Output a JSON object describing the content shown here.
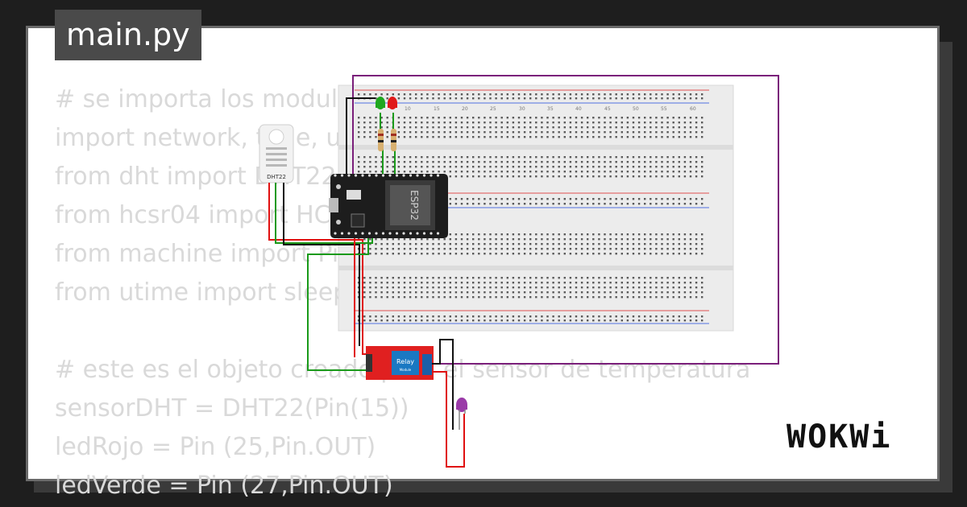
{
  "title": "main.py",
  "code_lines": [
    "# se importa los modulos",
    "import network, time, u",
    "from dht import DHT22",
    "from hcsr04 import HC",
    "from machine import Pin",
    "from utime import sleep",
    "",
    "# este es el objeto creado para el sensor de temperatura",
    "sensorDHT = DHT22(Pin(15))",
    "ledRojo = Pin (25,Pin.OUT)",
    "ledVerde = Pin (27,Pin.OUT)"
  ],
  "components": {
    "dht22_label": "DHT22",
    "esp32_label": "ESP32",
    "relay_label": "Relay",
    "relay_sub": "Module"
  },
  "breadboard_numbers": [
    "10",
    "15",
    "20",
    "25",
    "30",
    "35",
    "40",
    "45",
    "50",
    "55",
    "60"
  ],
  "logo": "WOKWi",
  "colors": {
    "background": "#1e1e1e",
    "card": "#ffffff",
    "tab": "#4a4a4a",
    "code_text": "#d9d9d9",
    "wire_purple": "#7a1f7a",
    "wire_green": "#1a9a1a",
    "wire_red": "#e01010",
    "relay": "#e02020"
  }
}
